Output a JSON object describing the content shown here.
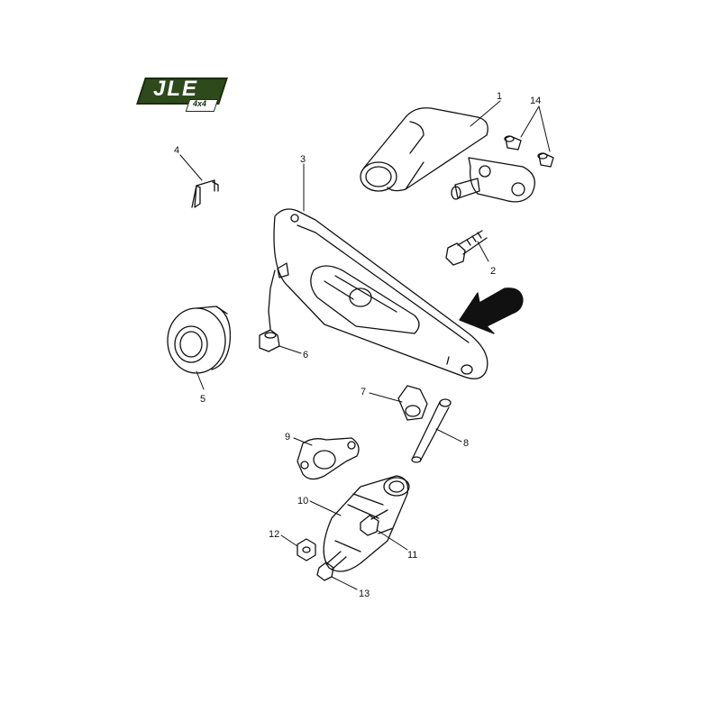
{
  "logo": {
    "brand": "JLE",
    "badge": "4x4"
  },
  "callouts": [
    {
      "id": "1",
      "label": "1"
    },
    {
      "id": "2",
      "label": "2"
    },
    {
      "id": "3",
      "label": "3"
    },
    {
      "id": "4",
      "label": "4"
    },
    {
      "id": "5",
      "label": "5"
    },
    {
      "id": "6",
      "label": "6"
    },
    {
      "id": "7",
      "label": "7"
    },
    {
      "id": "8",
      "label": "8"
    },
    {
      "id": "9",
      "label": "9"
    },
    {
      "id": "10",
      "label": "10"
    },
    {
      "id": "11",
      "label": "11"
    },
    {
      "id": "12",
      "label": "12"
    },
    {
      "id": "13",
      "label": "13"
    },
    {
      "id": "14",
      "label": "14"
    }
  ],
  "colors": {
    "line": "#111111",
    "logo_green": "#2e4a1c",
    "arrow": "#111111"
  }
}
